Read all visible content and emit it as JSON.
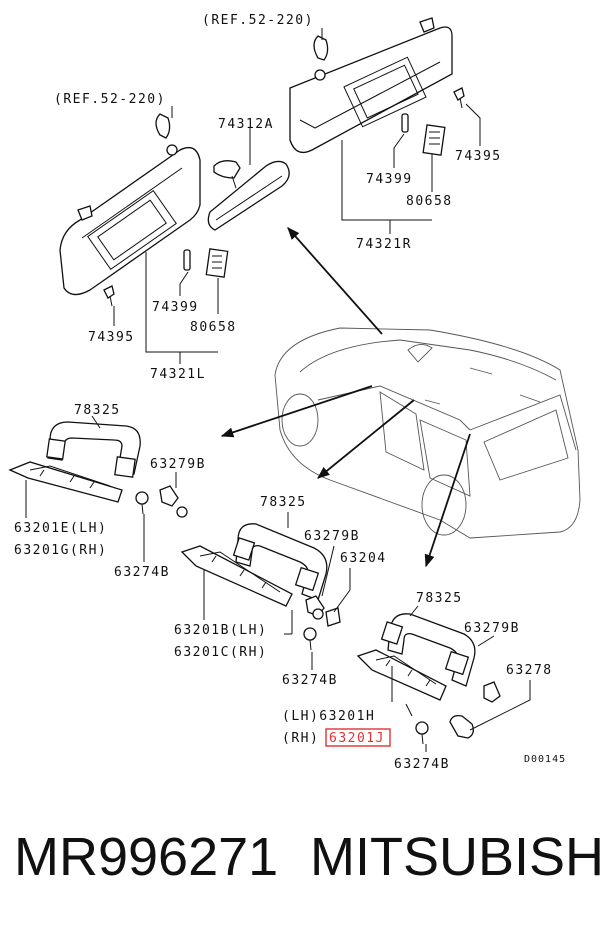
{
  "diagram": {
    "labels": {
      "ref_a": "(REF.52-220)",
      "ref_b": "(REF.52-220)",
      "mirror": "74312A",
      "screw_r": "74395",
      "clip_r": "74399",
      "pad_r": "80658",
      "visor_r": "74321R",
      "screw_l": "74395",
      "clip_l": "74399",
      "pad_l": "80658",
      "visor_l": "74321L",
      "grip_1": "78325",
      "cap_1": "63279B",
      "bracket_1a": "63201E(LH)",
      "bracket_1b": "63201G(RH)",
      "bolt_1": "63274B",
      "grip_2": "78325",
      "cap_2": "63279B",
      "clip_2": "63204",
      "bracket_2a": "63201B(LH)",
      "bracket_2b": "63201C(RH)",
      "bolt_2": "63274B",
      "grip_3": "78325",
      "cap_3": "63279B",
      "clip_3": "63278",
      "bracket_3a": "(LH)63201H",
      "bracket_3b_prefix": "(RH)",
      "bracket_3b_highlight": "63201J",
      "bolt_3": "63274B",
      "code": "D00145"
    },
    "highlight_color": "#dd3333"
  },
  "footer": {
    "part_number": "MR996271",
    "brand": "MITSUBISHI"
  }
}
